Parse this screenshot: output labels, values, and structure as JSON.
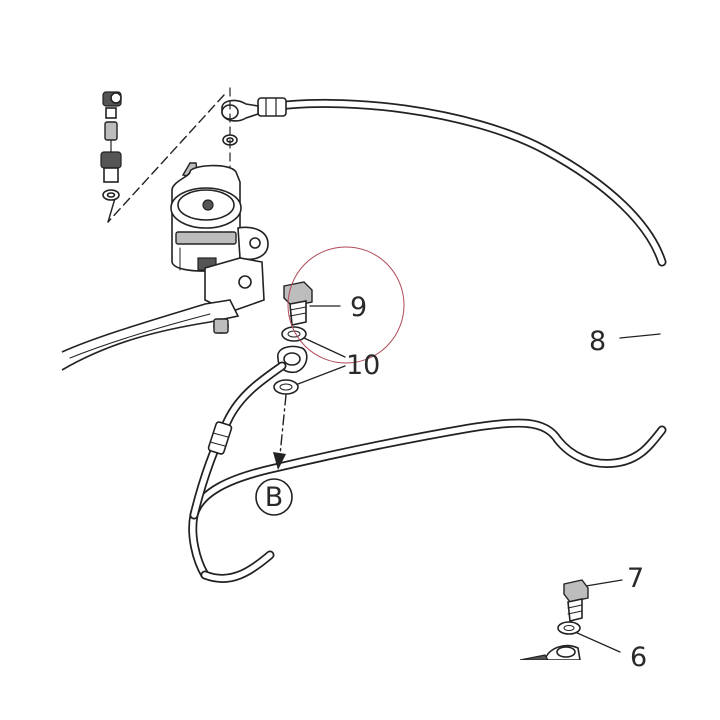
{
  "labels": {
    "l9": "9",
    "l10": "10",
    "l8": "8",
    "lB": "B",
    "l7": "7",
    "l6": "6"
  },
  "colors": {
    "ink": "#222222",
    "highlight_circle": "#b04a5a"
  }
}
